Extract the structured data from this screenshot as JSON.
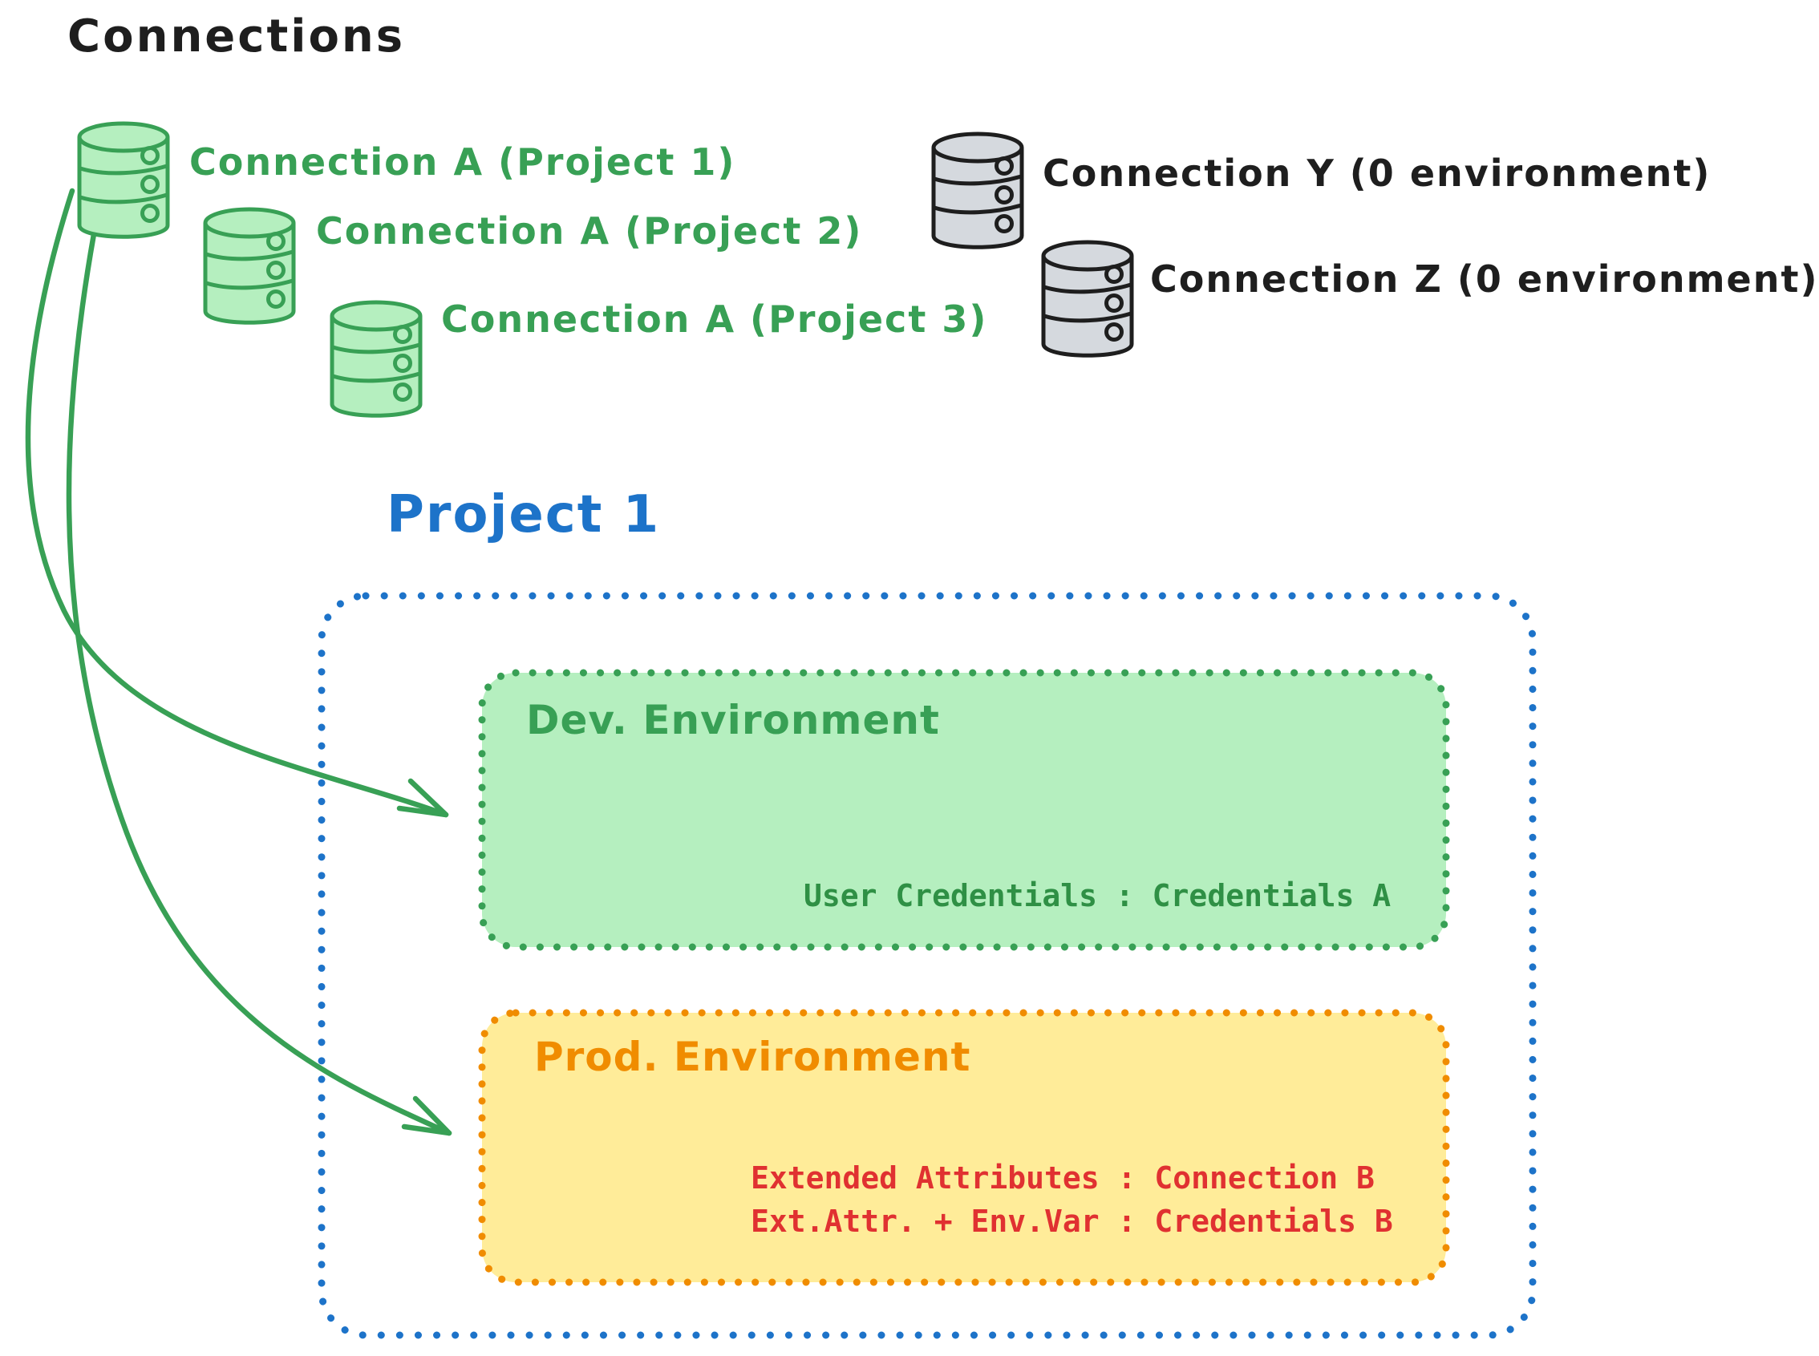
{
  "diagram_title": "Connections",
  "colors": {
    "ink": "#1e1e1e",
    "green": "#38a055",
    "green_mono": "#2f9045",
    "green_fill": "#b5efbf",
    "gray_fill": "#d5d9de",
    "blue": "#1d73c9",
    "orange": "#f08c00",
    "yellow_fill": "#ffec99",
    "red": "#e03131"
  },
  "connections": {
    "shared": [
      {
        "label": "Connection A (Project 1)"
      },
      {
        "label": "Connection A (Project 2)"
      },
      {
        "label": "Connection A (Project 3)"
      }
    ],
    "standalone": [
      {
        "label": "Connection Y (0 environment)"
      },
      {
        "label": "Connection Z (0 environment)"
      }
    ]
  },
  "project": {
    "title": "Project 1",
    "dev_environment": {
      "title": "Dev. Environment",
      "credential_mapping": "User Credentials : Credentials A"
    },
    "prod_environment": {
      "title": "Prod. Environment",
      "mappings": [
        "Extended Attributes : Connection B",
        "Ext.Attr. + Env.Var : Credentials B"
      ]
    }
  }
}
